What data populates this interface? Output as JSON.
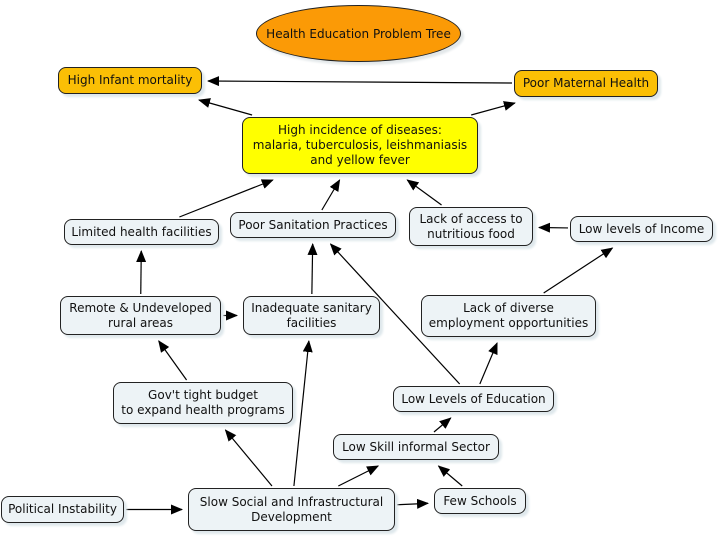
{
  "title": "Health Education Problem Tree",
  "colors": {
    "title_fill": "#fb9a06",
    "effect_fill": "#fbbf05",
    "core_problem_fill": "#ffff00",
    "cause_fill": "#edf3f6",
    "line": "#000000"
  },
  "nodes": {
    "high_infant_mortality": "High Infant mortality",
    "poor_maternal_health": "Poor Maternal Health",
    "core_problem": [
      "High incidence of diseases:",
      "malaria, tuberculosis, leishmaniasis",
      "and yellow fever"
    ],
    "limited_health_facilities": "Limited health facilities",
    "poor_sanitation_practices": "Poor Sanitation Practices",
    "lack_of_access_food": [
      "Lack of access to",
      "nutritious food"
    ],
    "low_levels_income": "Low levels of Income",
    "remote_rural_areas": [
      "Remote & Undeveloped",
      "rural areas"
    ],
    "inadequate_sanitary": [
      "Inadequate sanitary",
      "facilities"
    ],
    "lack_diverse_employment": [
      "Lack of diverse",
      "employment opportunities"
    ],
    "govt_tight_budget": [
      "Gov't tight budget",
      "to expand health programs"
    ],
    "low_levels_education": "Low Levels of Education",
    "low_skill_informal": "Low Skill informal Sector",
    "political_instability": "Political Instability",
    "slow_development": [
      "Slow Social and Infrastructural",
      "Development"
    ],
    "few_schools": "Few Schools"
  },
  "edges": [
    [
      "poor_maternal_health",
      "high_infant_mortality"
    ],
    [
      "core_problem",
      "high_infant_mortality"
    ],
    [
      "core_problem",
      "poor_maternal_health"
    ],
    [
      "limited_health_facilities",
      "core_problem"
    ],
    [
      "poor_sanitation_practices",
      "core_problem"
    ],
    [
      "lack_of_access_food",
      "core_problem"
    ],
    [
      "low_levels_income",
      "lack_of_access_food"
    ],
    [
      "remote_rural_areas",
      "limited_health_facilities"
    ],
    [
      "remote_rural_areas",
      "inadequate_sanitary"
    ],
    [
      "inadequate_sanitary",
      "poor_sanitation_practices"
    ],
    [
      "low_levels_education",
      "poor_sanitation_practices"
    ],
    [
      "lack_diverse_employment",
      "low_levels_income"
    ],
    [
      "low_levels_education",
      "lack_diverse_employment"
    ],
    [
      "govt_tight_budget",
      "remote_rural_areas"
    ],
    [
      "slow_development",
      "govt_tight_budget"
    ],
    [
      "slow_development",
      "inadequate_sanitary"
    ],
    [
      "low_skill_informal",
      "low_levels_education"
    ],
    [
      "slow_development",
      "low_skill_informal"
    ],
    [
      "few_schools",
      "low_skill_informal"
    ],
    [
      "political_instability",
      "slow_development"
    ],
    [
      "slow_development",
      "few_schools"
    ]
  ]
}
